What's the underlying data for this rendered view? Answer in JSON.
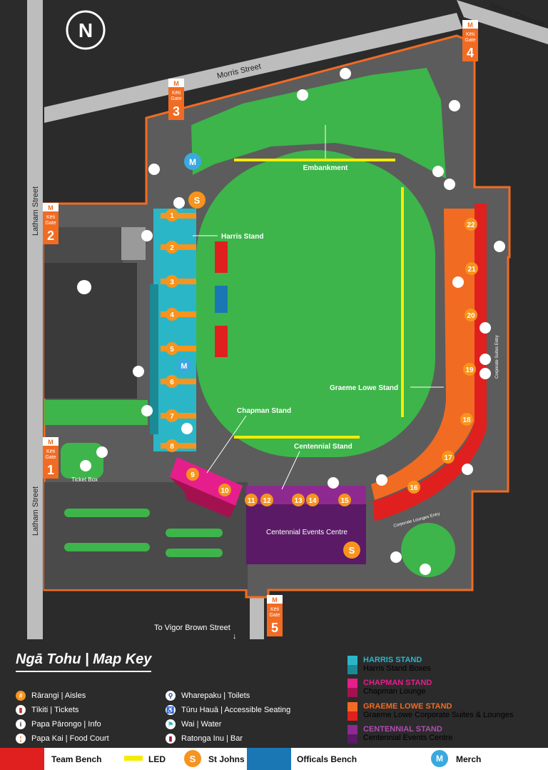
{
  "compass": {
    "letter": "N"
  },
  "streets": {
    "morris": "Morris Street",
    "nelson": "Nelson Crescent",
    "latham_top": "Latham Street",
    "latham_bottom": "Latham Street",
    "vigor": "To Vigor Brown Street",
    "vigor_arrow": "↓"
  },
  "gates": [
    {
      "word": "Kēti",
      "sub": "Gate",
      "num": "1"
    },
    {
      "word": "Kēti",
      "sub": "Gate",
      "num": "2"
    },
    {
      "word": "Kēti",
      "sub": "Gate",
      "num": "3"
    },
    {
      "word": "Kēti",
      "sub": "Gate",
      "num": "4"
    },
    {
      "word": "Kēti",
      "sub": "Gate",
      "num": "5"
    }
  ],
  "labels": {
    "embankment": "Embankment",
    "harris": "Harris Stand",
    "chapman": "Chapman Stand",
    "centennial": "Centennial Stand",
    "graeme": "Graeme Lowe Stand",
    "events_centre": "Centennial Events Centre",
    "ticket_box": "Ticket Box",
    "corp_suites": "Corporate Suites Entry",
    "corp_lounges": "Corporate Lounges Entry"
  },
  "aisles": [
    "1",
    "2",
    "3",
    "4",
    "5",
    "6",
    "7",
    "8",
    "9",
    "10",
    "11",
    "12",
    "13",
    "14",
    "15",
    "16",
    "17",
    "18",
    "19",
    "20",
    "21",
    "22"
  ],
  "key": {
    "title": "Ngā Tohu | Map Key",
    "left": [
      {
        "icon": "#",
        "label": "Rārangi | Aisles"
      },
      {
        "icon": "▮",
        "label": "Tīkiti | Tickets"
      },
      {
        "icon": "i",
        "label": "Papa Pārongo | Info"
      },
      {
        "icon": "¦",
        "label": "Papa Kai | Food Court"
      }
    ],
    "mid": [
      {
        "icon": "⚲",
        "label": "Wharepaku | Toilets"
      },
      {
        "icon": "♿",
        "label": "Tūru Hauā | Accessible Seating"
      },
      {
        "icon": "⚑",
        "label": "Wai | Water"
      },
      {
        "icon": "▮",
        "label": "Ratonga Inu | Bar"
      }
    ],
    "stands": [
      {
        "t1": "HARRIS STAND",
        "t2": "Harris Stand Boxes",
        "c1": "#2bb6c8",
        "c2": "#1b8a95"
      },
      {
        "t1": "CHAPMAN STAND",
        "t2": "Chapman Lounge",
        "c1": "#e61e8c",
        "c2": "#a3124f"
      },
      {
        "t1": "GRAEME LOWE STAND",
        "t2": "Graeme Lowe Corporate Suites & Lounges",
        "c1": "#f26b22",
        "c2": "#e0201f"
      },
      {
        "t1": "CENTENNIAL STAND",
        "t2": "Centennial Events Centre",
        "c1": "#8e2a8f",
        "c2": "#5a1a66"
      }
    ],
    "bar": {
      "team_bench": "Team Bench",
      "led": "LED",
      "st_johns": "St Johns",
      "st_johns_icon": "S",
      "officials": "Officals Bench",
      "merch": "Merch",
      "merch_icon": "M"
    }
  },
  "colors": {
    "pitch": "#3db54a",
    "team_bench": "#e0201f",
    "led": "#f5ec00",
    "officials": "#1a77b4",
    "aisle": "#f7941d",
    "harris": "#2bb6c8",
    "chapman": "#e61e8c",
    "graeme": "#f26b22",
    "centennial": "#8e2a8f"
  }
}
